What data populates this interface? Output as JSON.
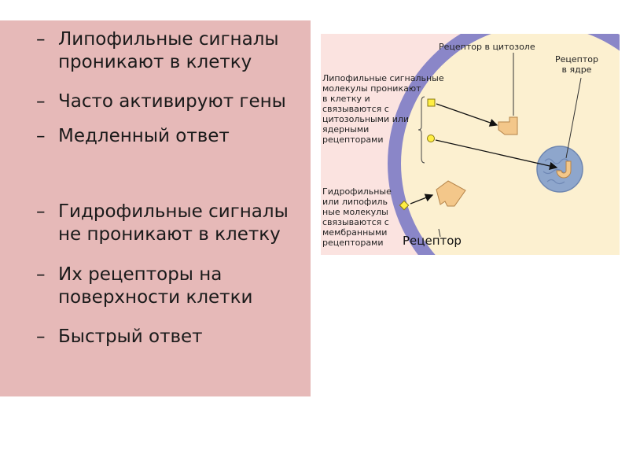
{
  "bullets": [
    "Липофильные сигналы проникают в клетку",
    "Часто активируют гены",
    "Медленный ответ",
    "Гидрофильные сигналы не проникают в клетку",
    "Их рецепторы на поверхности клетки",
    "Быстрый ответ"
  ],
  "dash": "–",
  "diagram": {
    "cytosol_receptor_label": "Рецептор в цитозоле",
    "nucleus_receptor_label": "Рецептор\nв ядре",
    "lipophilic_label": "Липофильные сигнальные\nмолекулы проникают\nв клетку и\nсвязываются с\nцитозольными или\nядерными\nрецепторами",
    "hydrophilic_label": "Гидрофильные\nили липофиль\nные молекулы\nсвязываются с\nмембранными\nрецепторами",
    "receptor_caption": "Рецептор",
    "colors": {
      "membrane": "#8a86c8",
      "cytoplasm": "#fcf0d0",
      "nucleus": "#8ea6cc",
      "receptor": "#f3c78a",
      "ligand_yellow": "#ffee44",
      "background": "#fbe3e0",
      "panel": "#e6b9b8"
    }
  }
}
